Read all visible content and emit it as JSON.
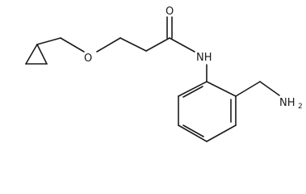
{
  "molecule": {
    "atoms": {
      "oxygen_carbonyl": "O",
      "oxygen_ether": "O",
      "amide_nh": "NH",
      "amine": {
        "main": "NH",
        "sub": "2"
      }
    },
    "colors": {
      "bond": "#1a1a1a",
      "text": "#1a1a1a",
      "background": "#ffffff"
    }
  }
}
